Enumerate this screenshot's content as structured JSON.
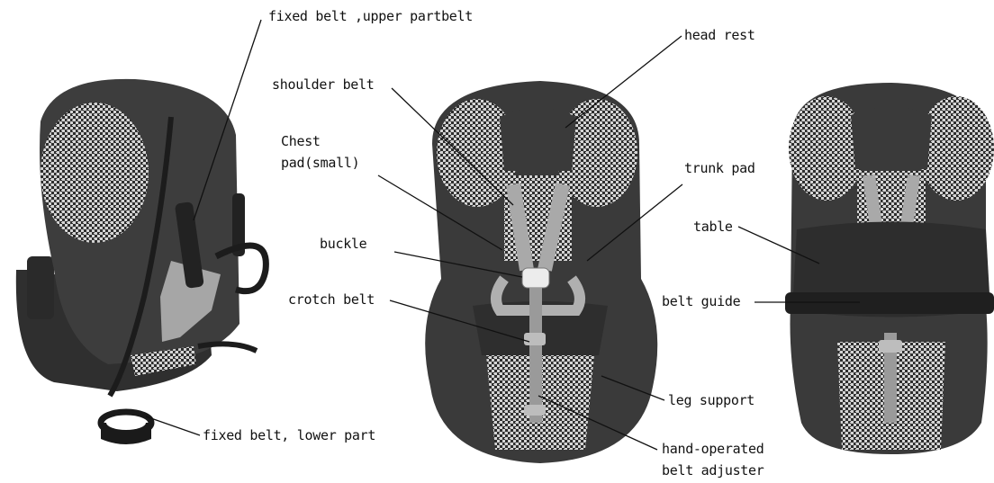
{
  "labels": {
    "fixed_belt_upper": "fixed belt ,upper partbelt",
    "head_rest": "head rest",
    "shoulder_belt": "shoulder belt",
    "chest_pad_line1": "Chest",
    "chest_pad_line2": "pad(small)",
    "trunk_pad": "trunk pad",
    "table": "table",
    "buckle": "buckle",
    "crotch_belt": "crotch belt",
    "belt_guide": "belt guide",
    "leg_support": "leg support",
    "fixed_belt_lower": "fixed belt, lower part",
    "hand_adjuster_line1": "hand-operated",
    "hand_adjuster_line2": "belt adjuster"
  },
  "colors": {
    "seat_shell": "#3c3c3c",
    "seat_dark": "#2a2a2a",
    "fabric_light": "#d8d8d8",
    "belt": "#9a9a9a",
    "buckle": "#e6e6e6",
    "leader_line": "#111111"
  }
}
